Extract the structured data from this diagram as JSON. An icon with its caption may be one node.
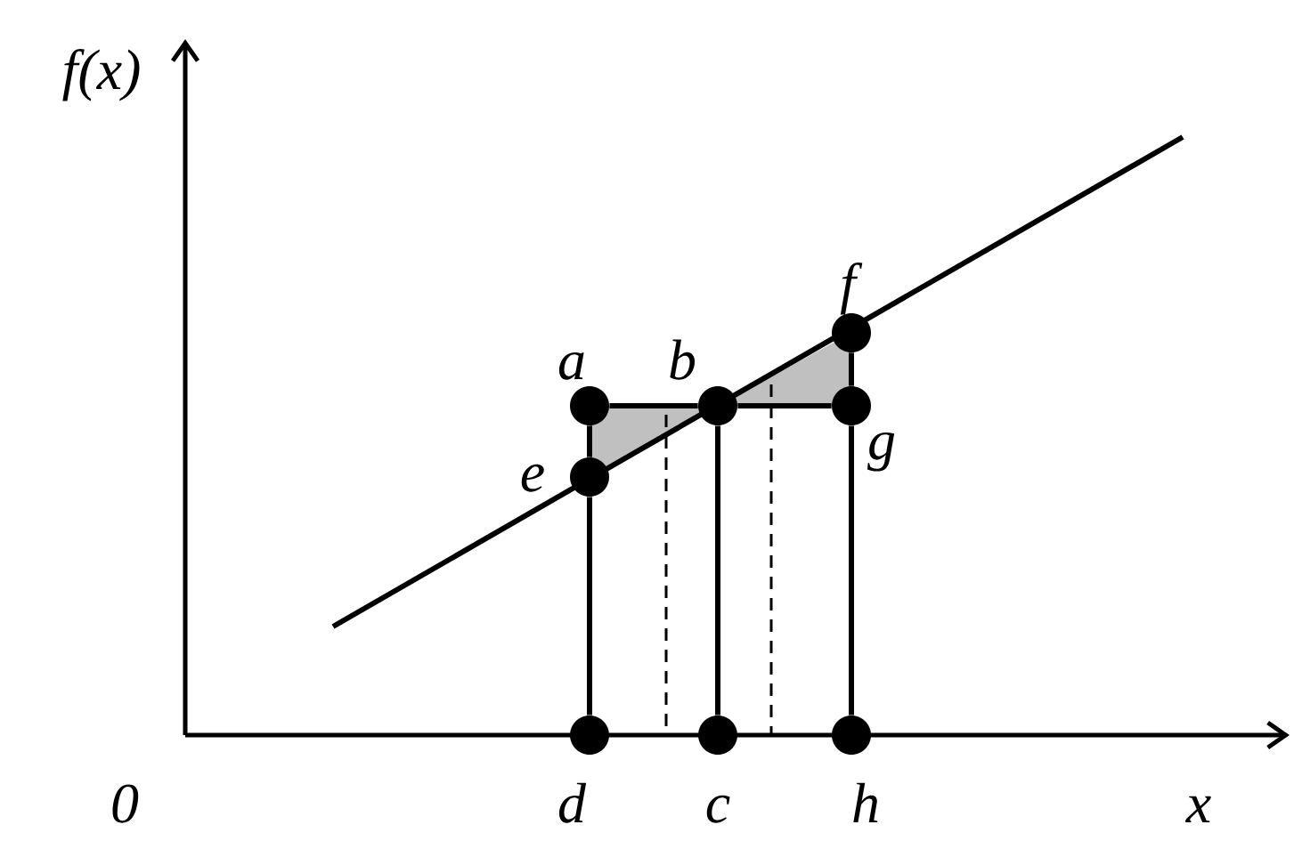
{
  "diagram": {
    "nodes": [
      {
        "text": [],
        "shape": "circle",
        "beside": [
          "a"
        ]
      },
      {
        "text": [],
        "shape": "circle",
        "beside": [
          "b"
        ]
      },
      {
        "text": [],
        "shape": "circle",
        "beside": [
          "f"
        ]
      },
      {
        "text": [],
        "shape": "circle",
        "beside": [
          "e"
        ]
      },
      {
        "text": [],
        "shape": "circle",
        "beside": [
          "g"
        ]
      },
      {
        "text": [],
        "shape": "circle",
        "beside": [
          "d"
        ]
      },
      {
        "text": [],
        "shape": "circle",
        "beside": [
          "c"
        ]
      },
      {
        "text": [],
        "shape": "circle",
        "beside": [
          "h"
        ]
      }
    ],
    "edges": [
      {
        "from": 0,
        "to": 1,
        "arrow": "none"
      },
      {
        "from": 1,
        "to": 4,
        "arrow": "none"
      },
      {
        "from": 0,
        "to": 3,
        "arrow": "none"
      },
      {
        "from": 3,
        "to": 5,
        "arrow": "none"
      },
      {
        "from": 1,
        "to": 6,
        "arrow": "none"
      },
      {
        "from": 2,
        "to": 4,
        "arrow": "none"
      },
      {
        "from": 4,
        "to": 7,
        "arrow": "none"
      }
    ],
    "labels": [
      "f(x)",
      "0",
      "x"
    ]
  }
}
